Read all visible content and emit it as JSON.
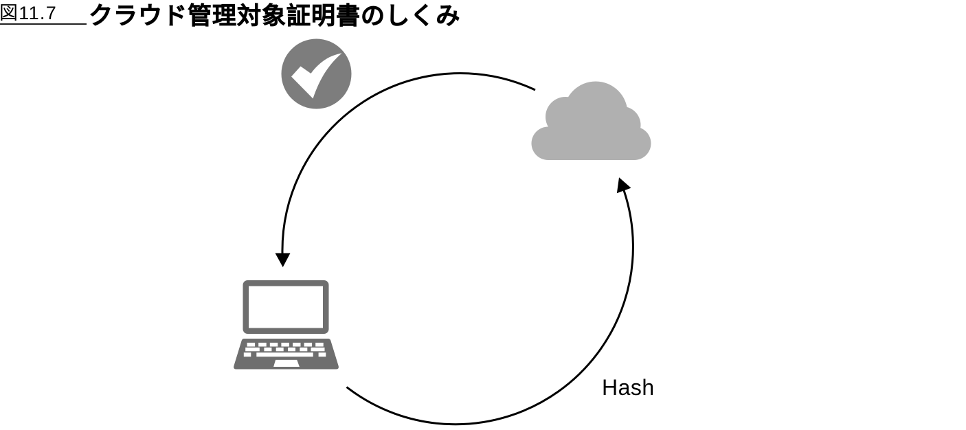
{
  "title": {
    "figure_label": "図11.7",
    "text": "クラウド管理対象証明書のしくみ"
  },
  "labels": {
    "hash": "Hash"
  },
  "icons": [
    {
      "name": "check-badge-icon",
      "description": "white check mark in gray circle"
    },
    {
      "name": "cloud-icon",
      "description": "gray cloud"
    },
    {
      "name": "laptop-icon",
      "description": "gray laptop with keyboard"
    }
  ],
  "arrows": [
    {
      "name": "arc-cloud-to-laptop",
      "direction": "from cloud counterclockwise to laptop"
    },
    {
      "name": "arc-laptop-to-cloud",
      "direction": "from laptop clockwise to cloud",
      "label": "Hash"
    }
  ],
  "colors": {
    "background": "#ffffff",
    "line": "#000000",
    "text": "#000000",
    "check_circle_gray": "#7d7d7d",
    "check_mark_white": "#ffffff",
    "cloud_gray": "#b0b0b0",
    "laptop_gray": "#6e6e6e",
    "keys_white": "#ffffff",
    "underline": "#222222"
  }
}
